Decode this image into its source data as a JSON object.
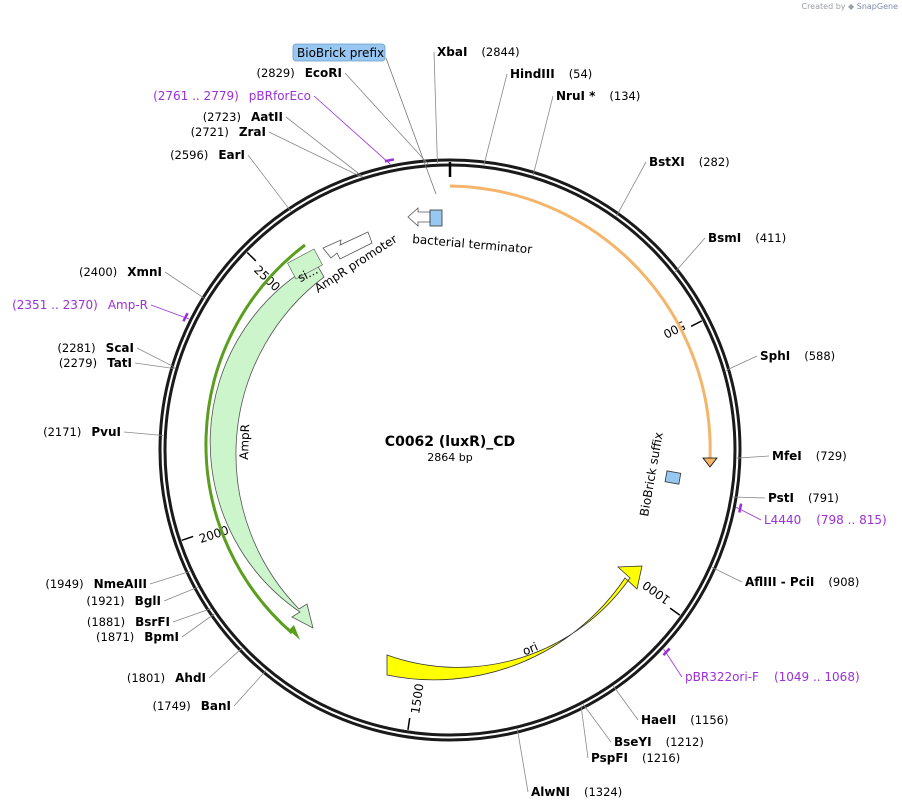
{
  "credit": {
    "prefix": "Created by",
    "brand": "SnapGene"
  },
  "map": {
    "title": "C0062 (luxR)_CD",
    "subtitle": "2864 bp",
    "length": 2864
  },
  "ticks": [
    {
      "label": "500",
      "pos": 500
    },
    {
      "label": "1000",
      "pos": 1000
    },
    {
      "label": "1500",
      "pos": 1500
    },
    {
      "label": "2000",
      "pos": 2000
    },
    {
      "label": "2500",
      "pos": 2500
    }
  ],
  "sites": [
    {
      "name": "XbaI",
      "pos_label": "(2844)",
      "pos": 2844
    },
    {
      "name": "HindIII",
      "pos_label": "(54)",
      "pos": 54
    },
    {
      "name": "NruI *",
      "pos_label": "(134)",
      "pos": 134
    },
    {
      "name": "BstXI",
      "pos_label": "(282)",
      "pos": 282
    },
    {
      "name": "BsmI",
      "pos_label": "(411)",
      "pos": 411
    },
    {
      "name": "SphI",
      "pos_label": "(588)",
      "pos": 588
    },
    {
      "name": "MfeI",
      "pos_label": "(729)",
      "pos": 729
    },
    {
      "name": "PstI",
      "pos_label": "(791)",
      "pos": 791
    },
    {
      "name": "AflIII - PciI",
      "pos_label": "(908)",
      "pos": 908
    },
    {
      "name": "HaeII",
      "pos_label": "(1156)",
      "pos": 1156
    },
    {
      "name": "BseYI",
      "pos_label": "(1212)",
      "pos": 1212
    },
    {
      "name": "PspFI",
      "pos_label": "(1216)",
      "pos": 1216
    },
    {
      "name": "AlwNI",
      "pos_label": "(1324)",
      "pos": 1324
    },
    {
      "name": "BanI",
      "pos_label": "(1749)",
      "pos": 1749
    },
    {
      "name": "AhdI",
      "pos_label": "(1801)",
      "pos": 1801
    },
    {
      "name": "BpmI",
      "pos_label": "(1871)",
      "pos": 1871
    },
    {
      "name": "BsrFI",
      "pos_label": "(1881)",
      "pos": 1881
    },
    {
      "name": "BglI",
      "pos_label": "(1921)",
      "pos": 1921
    },
    {
      "name": "NmeAIII",
      "pos_label": "(1949)",
      "pos": 1949
    },
    {
      "name": "PvuI",
      "pos_label": "(2171)",
      "pos": 2171
    },
    {
      "name": "TatI",
      "pos_label": "(2279)",
      "pos": 2279
    },
    {
      "name": "ScaI",
      "pos_label": "(2281)",
      "pos": 2281
    },
    {
      "name": "XmnI",
      "pos_label": "(2400)",
      "pos": 2400
    },
    {
      "name": "EarI",
      "pos_label": "(2596)",
      "pos": 2596
    },
    {
      "name": "ZraI",
      "pos_label": "(2721)",
      "pos": 2721
    },
    {
      "name": "AatII",
      "pos_label": "(2723)",
      "pos": 2723
    },
    {
      "name": "EcoRI",
      "pos_label": "(2829)",
      "pos": 2829
    }
  ],
  "primers": [
    {
      "name": "pBRforEco",
      "range": "(2761 .. 2779)",
      "pos": 2770
    },
    {
      "name": "Amp-R",
      "range": "(2351 .. 2370)",
      "pos": 2360
    },
    {
      "name": "L4440",
      "range": "(798 .. 815)",
      "pos": 806
    },
    {
      "name": "pBR322ori-F",
      "range": "(1049 .. 1068)",
      "pos": 1058
    }
  ],
  "features": [
    {
      "name": "luxR",
      "label": "",
      "color": "#f4b56b",
      "start": 8,
      "end": 745,
      "radius": 268,
      "direction": "cw"
    },
    {
      "name": "BioBrick suffix",
      "label": "BioBrick suffix",
      "color": "#98c7f2"
    },
    {
      "name": "BioBrick prefix",
      "label": "BioBrick prefix",
      "color": "#98c7f2"
    },
    {
      "name": "bacterial terminator",
      "label": "bacterial terminator",
      "color": "#98c7f2"
    },
    {
      "name": "ori",
      "label": "ori",
      "color": "#ffff00",
      "start": 1090,
      "end": 1680,
      "direction": "ccw"
    },
    {
      "name": "AmpR",
      "label": "AmpR",
      "color": "#ccf5cc",
      "start": 1860,
      "end": 2640,
      "direction": "ccw"
    },
    {
      "name": "AmpR promoter",
      "label": "AmpR promoter",
      "color": "#ffffff"
    },
    {
      "name": "signal sequence",
      "label": "si...",
      "color": "#ccf5cc"
    },
    {
      "name": "outer ORF",
      "label": "",
      "color": "#5a9e1e",
      "start": 1860,
      "end": 2650,
      "direction": "ccw"
    }
  ]
}
